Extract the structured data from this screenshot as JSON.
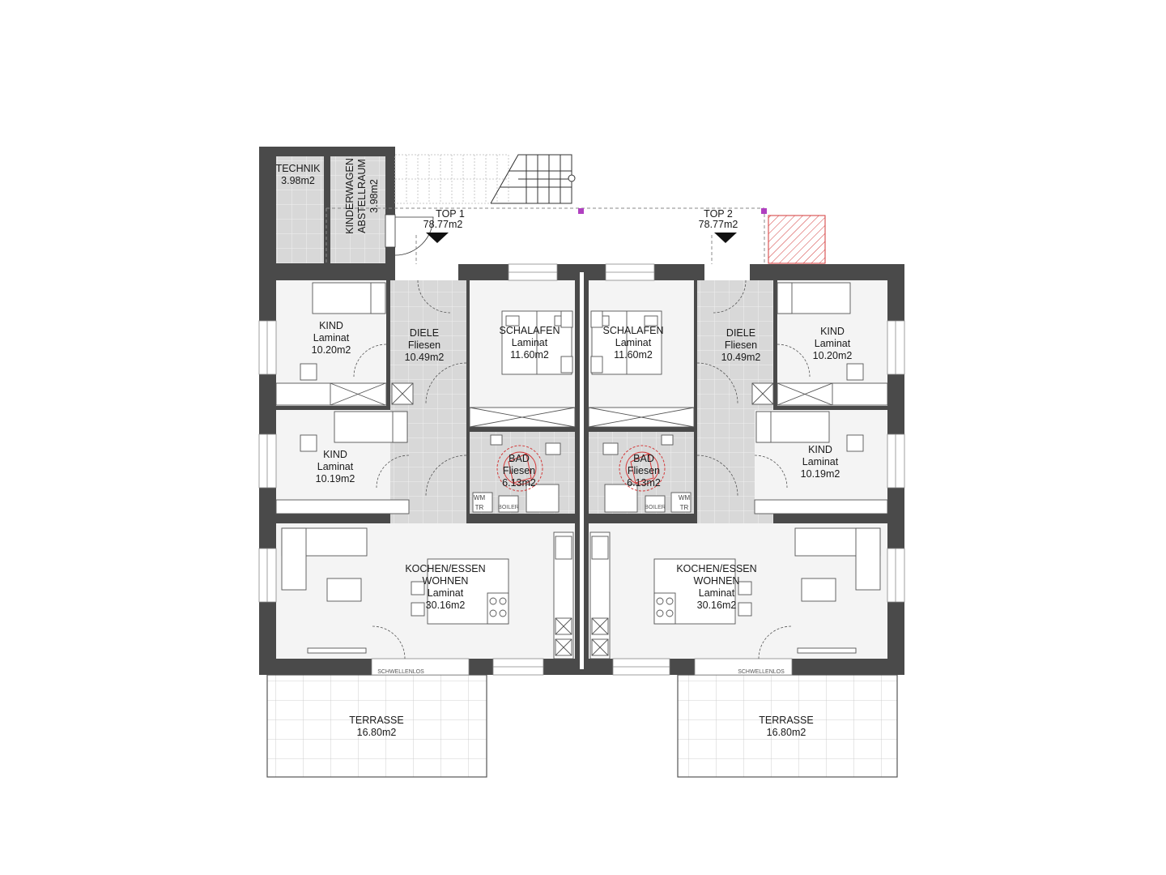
{
  "technik": {
    "name": "TECHNIK",
    "area": "3.98m2"
  },
  "kinderwagen": {
    "name": "KINDERWAGEN",
    "name2": "ABSTELLRAUM",
    "area": "3.98m2"
  },
  "top1": {
    "name": "TOP 1",
    "area": "78.77m2"
  },
  "top2": {
    "name": "TOP 2",
    "area": "78.77m2"
  },
  "left": {
    "kind1": {
      "name": "KIND",
      "floor": "Laminat",
      "area": "10.20m2"
    },
    "diele": {
      "name": "DIELE",
      "floor": "Fliesen",
      "area": "10.49m2"
    },
    "schlafen": {
      "name": "SCHALAFEN",
      "floor": "Laminat",
      "area": "11.60m2"
    },
    "kind2": {
      "name": "KIND",
      "floor": "Laminat",
      "area": "10.19m2"
    },
    "bad": {
      "name": "BAD",
      "floor": "Fliesen",
      "area": "6.13m2"
    },
    "wm": "WM",
    "tr": "TR",
    "boiler": "BOILER",
    "kochen": {
      "name": "KOCHEN/ESSEN",
      "name2": "WOHNEN",
      "floor": "Laminat",
      "area": "30.16m2"
    },
    "schwellenlos": "SCHWELLENLOS",
    "terrasse": {
      "name": "TERRASSE",
      "area": "16.80m2"
    }
  },
  "right": {
    "kind1": {
      "name": "KIND",
      "floor": "Laminat",
      "area": "10.20m2"
    },
    "diele": {
      "name": "DIELE",
      "floor": "Fliesen",
      "area": "10.49m2"
    },
    "schlafen": {
      "name": "SCHALAFEN",
      "floor": "Laminat",
      "area": "11.60m2"
    },
    "kind2": {
      "name": "KIND",
      "floor": "Laminat",
      "area": "10.19m2"
    },
    "bad": {
      "name": "BAD",
      "floor": "Fliesen",
      "area": "6.13m2"
    },
    "wm": "WM",
    "tr": "TR",
    "boiler": "BOILER",
    "kochen": {
      "name": "KOCHEN/ESSEN",
      "name2": "WOHNEN",
      "floor": "Laminat",
      "area": "30.16m2"
    },
    "schwellenlos": "SCHWELLENLOS",
    "terrasse": {
      "name": "TERRASSE",
      "area": "16.80m2"
    }
  },
  "colors": {
    "wall": "#4a4a4a",
    "room": "#f4f4f4",
    "tile": "#d6d6d6",
    "accent": "#d33a3a",
    "marker": "#b040c0"
  }
}
